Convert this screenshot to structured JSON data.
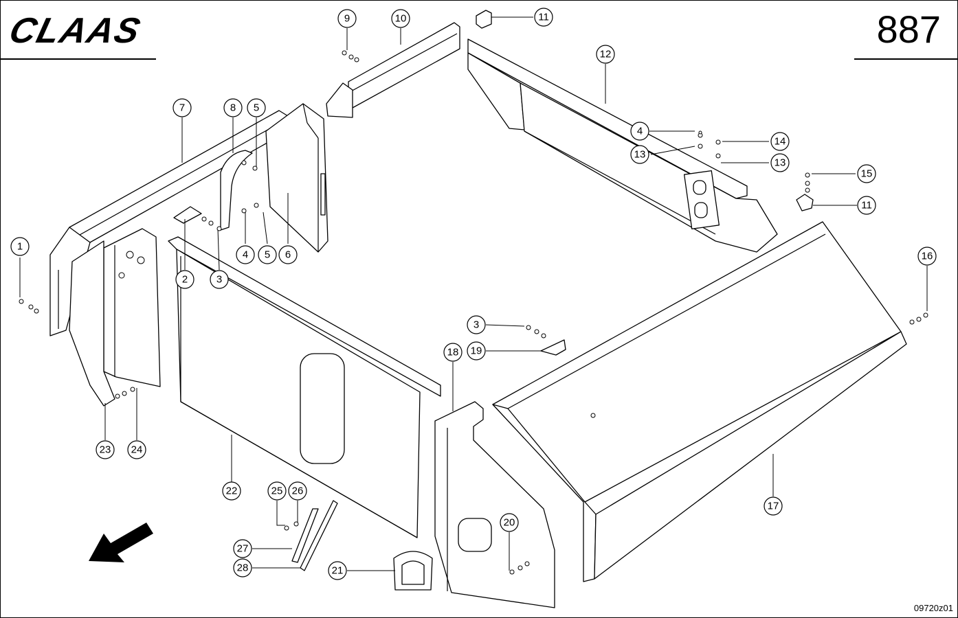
{
  "header": {
    "brand": "CLAAS",
    "page_number": "887"
  },
  "footer": {
    "drawing_number": "09720z01"
  },
  "diagram": {
    "callouts": [
      {
        "id": "c9",
        "label": "9"
      },
      {
        "id": "c10",
        "label": "10"
      },
      {
        "id": "c11a",
        "label": "11"
      },
      {
        "id": "c12",
        "label": "12"
      },
      {
        "id": "c7",
        "label": "7"
      },
      {
        "id": "c8",
        "label": "8"
      },
      {
        "id": "c5a",
        "label": "5"
      },
      {
        "id": "c4a",
        "label": "4"
      },
      {
        "id": "c13a",
        "label": "13"
      },
      {
        "id": "c14",
        "label": "14"
      },
      {
        "id": "c13b",
        "label": "13"
      },
      {
        "id": "c15",
        "label": "15"
      },
      {
        "id": "c11b",
        "label": "11"
      },
      {
        "id": "c1",
        "label": "1"
      },
      {
        "id": "c4b",
        "label": "4"
      },
      {
        "id": "c5b",
        "label": "5"
      },
      {
        "id": "c6",
        "label": "6"
      },
      {
        "id": "c2",
        "label": "2"
      },
      {
        "id": "c3a",
        "label": "3"
      },
      {
        "id": "c16",
        "label": "16"
      },
      {
        "id": "c3b",
        "label": "3"
      },
      {
        "id": "c19",
        "label": "19"
      },
      {
        "id": "c18",
        "label": "18"
      },
      {
        "id": "c23",
        "label": "23"
      },
      {
        "id": "c24",
        "label": "24"
      },
      {
        "id": "c22",
        "label": "22"
      },
      {
        "id": "c17",
        "label": "17"
      },
      {
        "id": "c25",
        "label": "25"
      },
      {
        "id": "c26",
        "label": "26"
      },
      {
        "id": "c20",
        "label": "20"
      },
      {
        "id": "c27",
        "label": "27"
      },
      {
        "id": "c28",
        "label": "28"
      },
      {
        "id": "c21",
        "label": "21"
      }
    ]
  }
}
